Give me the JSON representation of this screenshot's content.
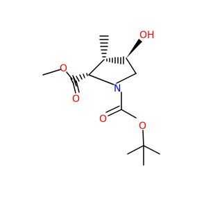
{
  "colors": {
    "bond": "#000000",
    "oxygen": "#ff0000",
    "nitrogen": "#0000ff",
    "background": "#ffffff"
  },
  "atoms": {
    "hydroxyl": "OH",
    "nitrogen": "N",
    "ester_single_o": "O",
    "ester_carbonyl_o": "O",
    "boc_carbonyl_o": "O",
    "boc_single_o": "O"
  }
}
